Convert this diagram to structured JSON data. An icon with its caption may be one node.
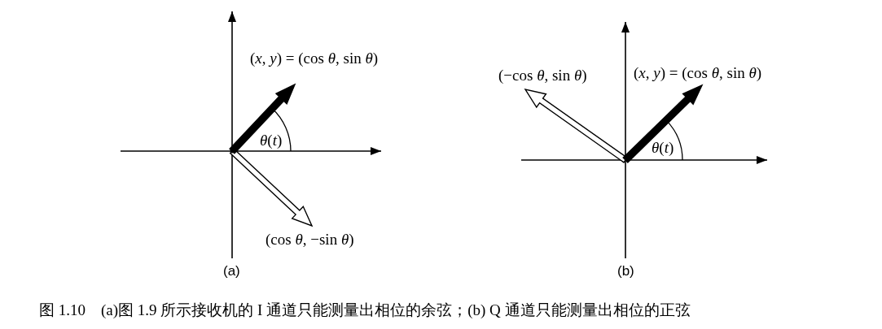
{
  "diagram": {
    "caption": "图 1.10　(a)图 1.9 所示接收机的 I 通道只能测量出相位的余弦；(b) Q 通道只能测量出相位的正弦",
    "labels": [
      "(*x*, *y*) = (cos *θ*, sin *θ*)",
      "*θ*(*t*)",
      "(cos *θ*, −sin *θ*)",
      "(a)",
      "(−cos *θ*, sin *θ*)",
      "(*x*, *y*) = (cos *θ*, sin *θ*)",
      "*θ*(*t*)",
      "(b)"
    ]
  }
}
